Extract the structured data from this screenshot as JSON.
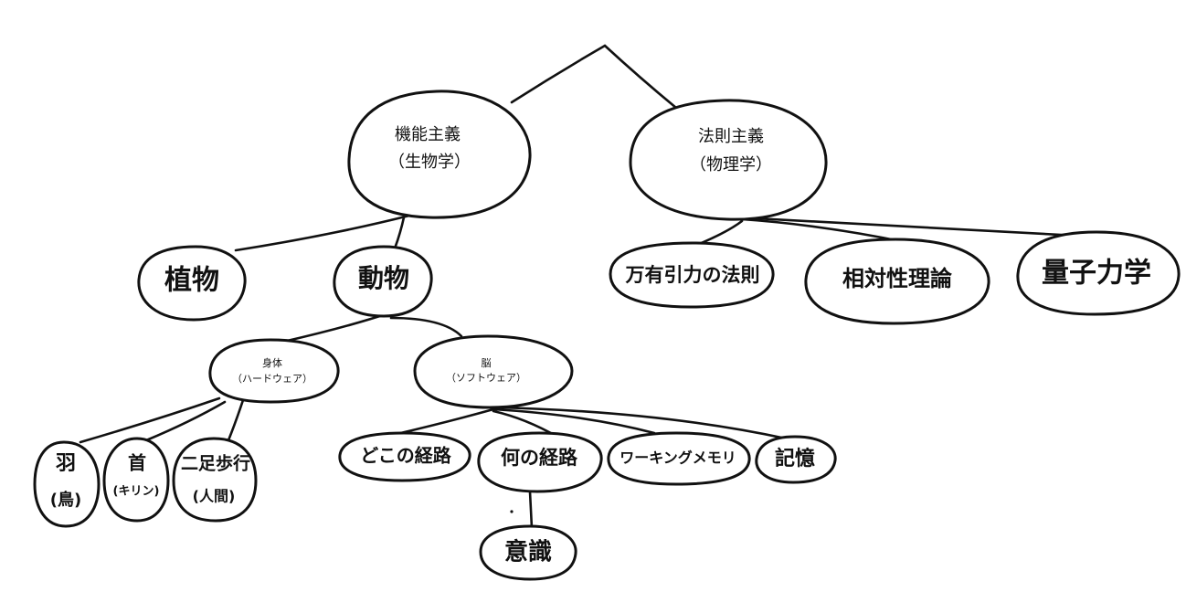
{
  "diagram": {
    "nodes": {
      "functionalism": {
        "line1": "機能主義",
        "line2": "（生物学）"
      },
      "nomism": {
        "line1": "法則主義",
        "line2": "（物理学）"
      },
      "plants": {
        "line1": "植物"
      },
      "animals": {
        "line1": "動物"
      },
      "body": {
        "line1": "身体",
        "line2": "（ハードウェア）"
      },
      "brain": {
        "line1": "脳",
        "line2": "（ソフトウェア）"
      },
      "wings": {
        "line1": "羽",
        "line2": "(鳥)"
      },
      "neck": {
        "line1": "首",
        "line2": "(キリン)"
      },
      "bipedal": {
        "line1": "二足歩行",
        "line2": "(人間)"
      },
      "where_pathway": {
        "line1": "どこの経路"
      },
      "what_pathway": {
        "line1": "何の経路"
      },
      "working_memory": {
        "line1": "ワーキングメモリ"
      },
      "memory": {
        "line1": "記憶"
      },
      "consciousness": {
        "line1": "意識"
      },
      "gravitation": {
        "line1": "万有引力の法則"
      },
      "relativity": {
        "line1": "相対性理論"
      },
      "quantum": {
        "line1": "量子力学"
      }
    },
    "colors": {
      "ink": "#111111",
      "paper": "#ffffff"
    }
  }
}
